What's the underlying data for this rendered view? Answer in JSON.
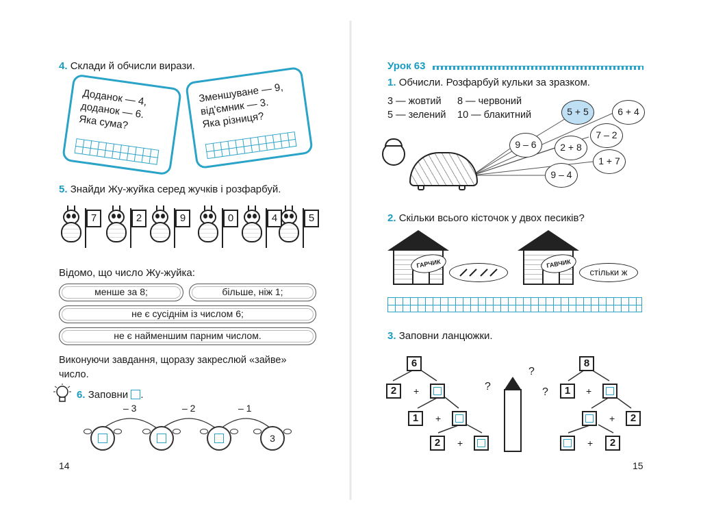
{
  "left_page": {
    "task4": {
      "number": "4.",
      "title": "Склади й обчисли вирази.",
      "card1": [
        "Доданок — 4,",
        "доданок — 6.",
        "Яка сума?"
      ],
      "card2": [
        "Зменшуване — 9,",
        "від'ємник — 3.",
        "Яка різниця?"
      ]
    },
    "task5": {
      "number": "5.",
      "title": "Знайди Жу-жуйка серед жучків і розфарбуй.",
      "flags": [
        "7",
        "2",
        "9",
        "0",
        "4",
        "5"
      ],
      "known": "Відомо, що число Жу-жуйка:",
      "conditions": [
        "менше за 8;",
        "більше, ніж 1;",
        "не є сусіднім із числом 6;",
        "не є найменшим парним числом."
      ],
      "instruction": "Виконуючи завдання, щоразу закреслюй «зайве» число."
    },
    "task6": {
      "number": "6.",
      "title": "Заповни",
      "title_end": ".",
      "ops": [
        "– 3",
        "– 2",
        "– 1"
      ],
      "last_value": "3"
    },
    "page_number": "14"
  },
  "right_page": {
    "lesson": "Урок 63",
    "task1": {
      "number": "1.",
      "title": "Обчисли. Розфарбуй кульки за зразком.",
      "legend": [
        "3 — жовтий",
        "8 — червоний",
        "5 — зелений",
        "10 — блакитний"
      ],
      "balloons": [
        "5 + 5",
        "6 + 4",
        "9 – 6",
        "2 + 8",
        "7 – 2",
        "1 + 7",
        "9 – 4"
      ]
    },
    "task2": {
      "number": "2.",
      "title": "Скільки всього кісточок у двох песиків?",
      "dog1": "ГАРЧИК",
      "dog2": "ГАВЧИК",
      "plate2": "стільки ж"
    },
    "task3": {
      "number": "3.",
      "title": "Заповни ланцюжки.",
      "chain1": {
        "top": "6",
        "a": "2",
        "b": "1",
        "c": "2"
      },
      "chain2": {
        "top": "8",
        "a": "1",
        "b": "2",
        "c": "2"
      },
      "plus": "+",
      "question": "?"
    },
    "page_number": "15"
  },
  "colors": {
    "accent": "#1a9bc0",
    "balloon_fill": "#bfe0f4"
  }
}
